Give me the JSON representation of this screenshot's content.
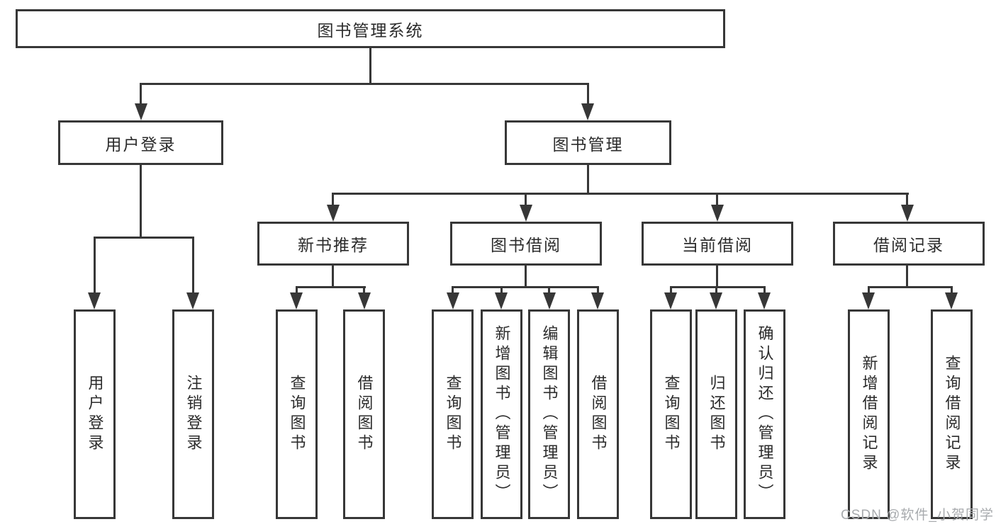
{
  "diagram": {
    "type": "hierarchy-tree",
    "root": {
      "label": "图书管理系统"
    },
    "level2": [
      {
        "label": "用户登录",
        "children": [
          {
            "label": "用户登录"
          },
          {
            "label": "注销登录"
          }
        ]
      },
      {
        "label": "图书管理",
        "children": [
          {
            "label": "新书推荐",
            "children": [
              {
                "label": "查询图书"
              },
              {
                "label": "借阅图书"
              }
            ]
          },
          {
            "label": "图书借阅",
            "children": [
              {
                "label": "查询图书"
              },
              {
                "label": "新增图书（管理员）"
              },
              {
                "label": "编辑图书（管理员）"
              },
              {
                "label": "借阅图书"
              }
            ]
          },
          {
            "label": "当前借阅",
            "children": [
              {
                "label": "查询图书"
              },
              {
                "label": "归还图书"
              },
              {
                "label": "确认归还（管理员）"
              }
            ]
          },
          {
            "label": "借阅记录",
            "children": [
              {
                "label": "新增借阅记录"
              },
              {
                "label": "查询借阅记录"
              }
            ]
          }
        ]
      }
    ],
    "colors": {
      "line": "#373737",
      "text": "#2b2b2b",
      "box_background": "#ffffff",
      "watermark": "#a8abae"
    }
  },
  "watermark": {
    "text": "CSDN @软件_小贺同学"
  }
}
